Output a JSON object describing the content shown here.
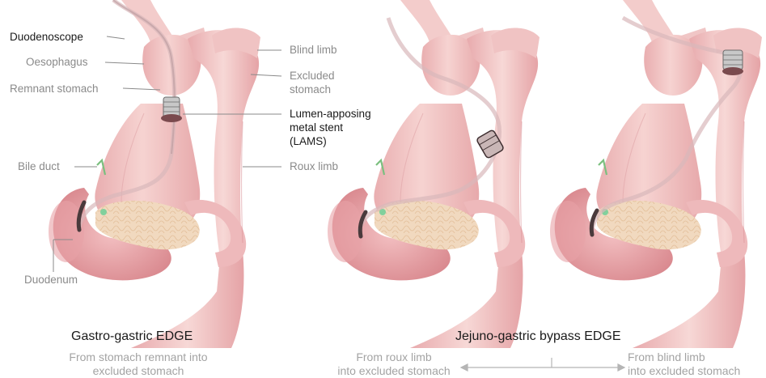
{
  "labels": {
    "duodenoscope": "Duodenoscope",
    "oesophagus": "Oesophagus",
    "remnant_stomach": "Remnant stomach",
    "bile_duct": "Bile duct",
    "duodenum": "Duodenum",
    "blind_limb": "Blind limb",
    "excluded_stomach_1": "Excluded",
    "excluded_stomach_2": "stomach",
    "lams_1": "Lumen-apposing",
    "lams_2": "metal stent",
    "lams_3": "(LAMS)",
    "roux_limb": "Roux limb"
  },
  "captions": {
    "gastro_title": "Gastro-gastric EDGE",
    "gastro_sub_1": "From stomach remnant into",
    "gastro_sub_2": "excluded stomach",
    "jejuno_title": "Jejuno-gastric bypass EDGE",
    "roux_sub_1": "From roux limb",
    "roux_sub_2": "into excluded stomach",
    "blind_sub_1": "From blind limb",
    "blind_sub_2": "into excluded stomach"
  },
  "colors": {
    "tissue": "#f2c4c4",
    "tissue_dark": "#e2a3a6",
    "pancreas": "#f1d9bf",
    "scope": "#4a3a3c",
    "label_gray": "#8a8a8a"
  }
}
